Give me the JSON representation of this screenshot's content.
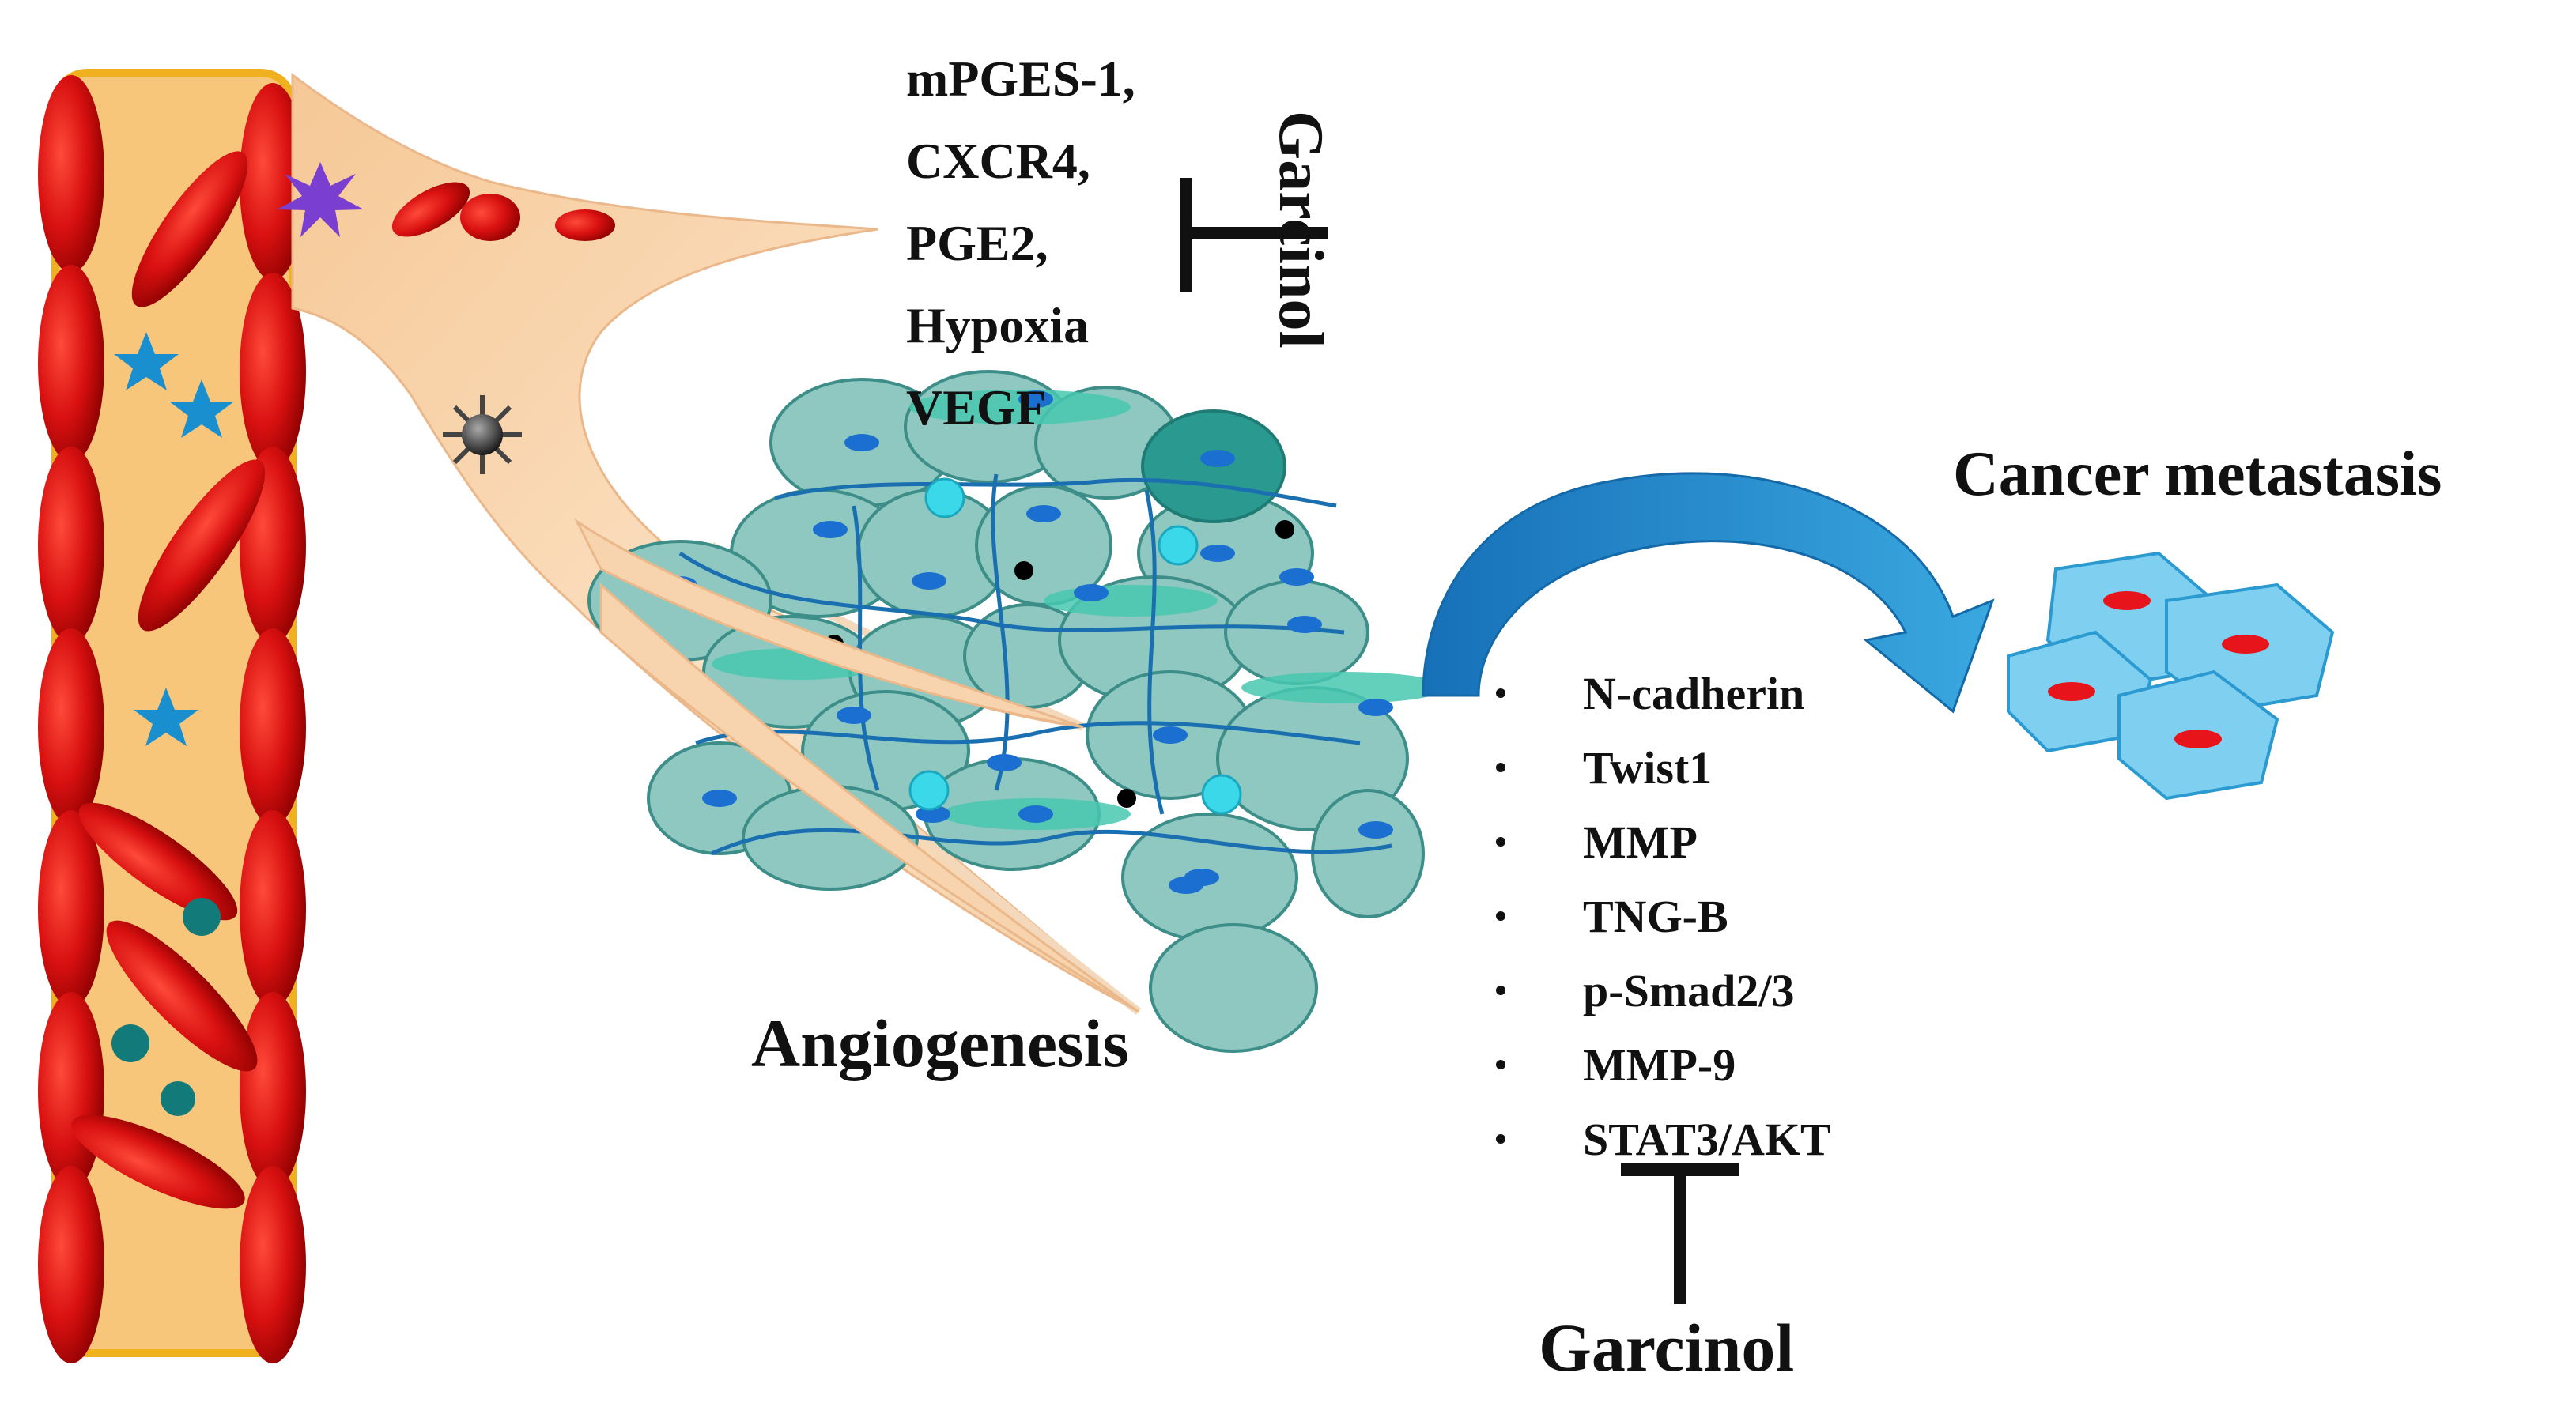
{
  "diagram": {
    "upstream_targets": [
      "mPGES-1,",
      "CXCR4,",
      "PGE2,",
      "Hypoxia",
      "VEGF"
    ],
    "inhibitor_top": "Garcinol",
    "angiogenesis_label": "Angiogenesis",
    "metastasis_label": "Cancer metastasis",
    "emt_markers": [
      "N-cadherin",
      "Twist1",
      "MMP",
      "TNG-B",
      "p-Smad2/3",
      "MMP-9",
      "STAT3/AKT"
    ],
    "inhibitor_bottom": "Garcinol"
  },
  "colors": {
    "vessel": "#f8c67a",
    "vessel_border": "#f0b020",
    "rbc": "#d81010",
    "sprout": "#f7d3ac",
    "tumor_cell": "#8ec8c0",
    "nucleus": "#1a6fd0",
    "metastatic_cell": "#7fd0f0",
    "metastatic_nucleus": "#e8141c",
    "arrow": "#1e88c8",
    "inhibition": "#111111"
  }
}
